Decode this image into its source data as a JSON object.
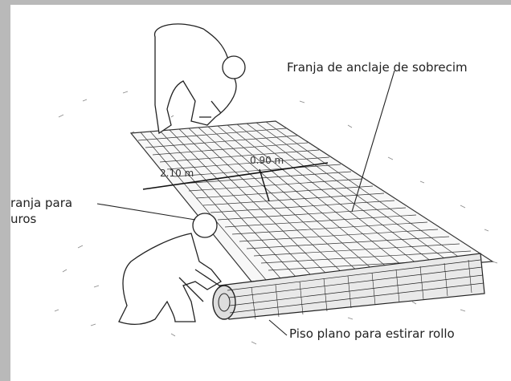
{
  "labels": {
    "anchor_strip": "Franja de anclaje de sobrecim",
    "wall_strip_line1": "ranja para",
    "wall_strip_line2": "uros",
    "floor": "Piso plano para estirar rollo"
  },
  "dimensions": {
    "width_a": "2.10 m",
    "width_b": "0.90 m"
  },
  "colors": {
    "outer_border": "#b9b9b9",
    "paper": "#ffffff",
    "ink": "#222222"
  }
}
